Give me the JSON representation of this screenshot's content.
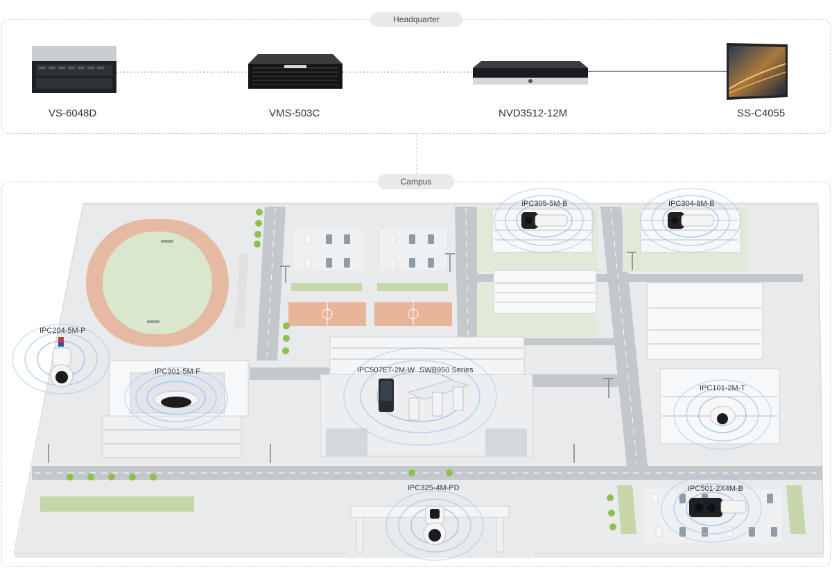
{
  "sections": {
    "headquarter_label": "Headquarter",
    "campus_label": "Campus"
  },
  "headquarter_devices": [
    {
      "model": "VS-6048D"
    },
    {
      "model": "VMS-503C"
    },
    {
      "model": "NVD3512-12M"
    },
    {
      "model": "SS-C4055"
    }
  ],
  "campus_devices": [
    {
      "model": "IPC305-5M-B"
    },
    {
      "model": "IPC304-8M-B"
    },
    {
      "model": "IPC204-5M-P"
    },
    {
      "model": "IPC301-5M-F"
    },
    {
      "model": "IPC507ET-2M-W"
    },
    {
      "model": "SWB950 Series"
    },
    {
      "model": "IPC101-2M-T"
    },
    {
      "model": "IPC325-4M-PD"
    },
    {
      "model": "IPC501-2X4M-B"
    }
  ],
  "colors": {
    "panel_border": "#c9ccd1",
    "label_pill": "#e8e9eb",
    "ground": "#e9eaec",
    "road": "#c4c7cc",
    "track": "#e6b9a3",
    "field": "#d9e8cc",
    "court": "#e8b59a",
    "building": "#f7f8f9",
    "signal_ring": "#9ec3ea",
    "tree": "#8fbf4f"
  }
}
